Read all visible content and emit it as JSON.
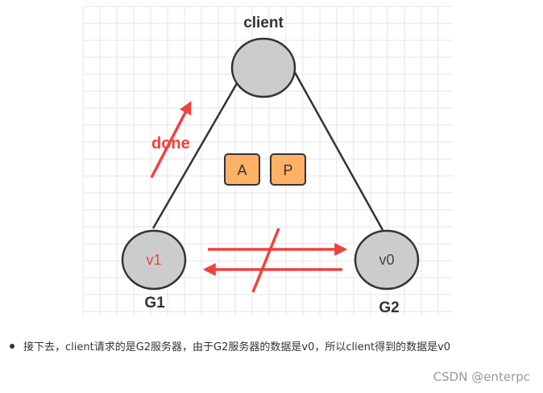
{
  "diagram": {
    "nodes": {
      "client": {
        "label": "client"
      },
      "g1": {
        "label": "G1",
        "value": "v1",
        "value_color": "#f0413d"
      },
      "g2": {
        "label": "G2",
        "value": "v0",
        "value_color": "#444444"
      }
    },
    "boxes": [
      {
        "label": "A"
      },
      {
        "label": "P"
      }
    ],
    "annotation": {
      "text": "done",
      "color": "#f0413d"
    },
    "colors": {
      "node_fill": "#cccccc",
      "box_fill": "#ffb266",
      "arrow": "#f0413d",
      "grid": "#e6e6e6"
    }
  },
  "caption": {
    "text": "接下去，client请求的是G2服务器，由于G2服务器的数据是v0，所以client得到的数据是v0"
  },
  "watermark": {
    "text": "CSDN @enterpc"
  }
}
